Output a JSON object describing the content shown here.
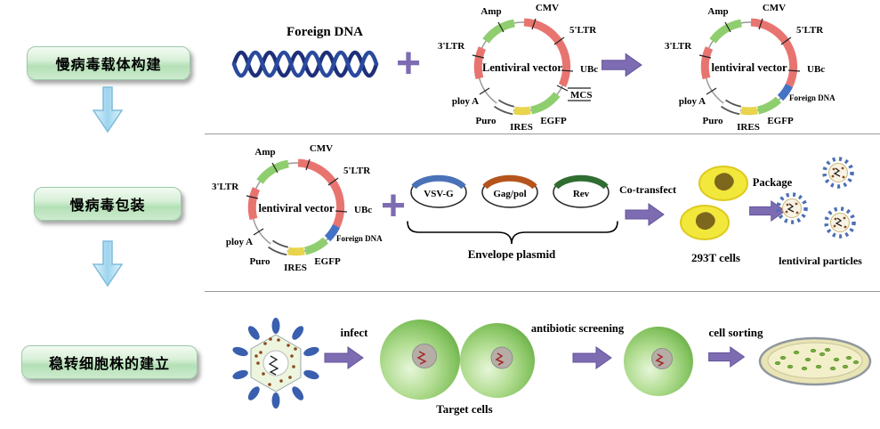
{
  "sidebar": {
    "steps": [
      "慢病毒载体构建",
      "慢病毒包装",
      "稳转细胞株的建立"
    ]
  },
  "symbols": {
    "plus": "+"
  },
  "plasmid": {
    "amp": "Amp",
    "cmv": "CMV",
    "ltr5": "5'LTR",
    "ubc": "UBc",
    "mcs": "MCS",
    "egfp": "EGFP",
    "ires": "IRES",
    "puro": "Puro",
    "polya": "ploy A",
    "ltr3": "3'LTR",
    "foreign_dna": "Foreign DNA"
  },
  "row1": {
    "foreign_dna_title": "Foreign DNA",
    "plasmid1_title": "Lentiviral vector",
    "plasmid2_title": "lentiviral vector"
  },
  "row2": {
    "plasmid_title": "lentiviral vector",
    "vsvg": "VSV-G",
    "gagpol": "Gag/pol",
    "rev": "Rev",
    "envelope_label": "Envelope plasmid",
    "cotransfect_label": "Co-transfect",
    "cells_label": "293T cells",
    "package_label": "Package",
    "particles_label": "lentiviral particles"
  },
  "row3": {
    "infect_label": "infect",
    "target_cells_label": "Target cells",
    "antibiotic_label": "antibiotic screening",
    "sorting_label": "cell sorting"
  },
  "colors": {
    "arrow_purple": "#7e6cb2",
    "step_green": "#bfe8c0",
    "down_arrow_blue": "#a8d8ef"
  }
}
